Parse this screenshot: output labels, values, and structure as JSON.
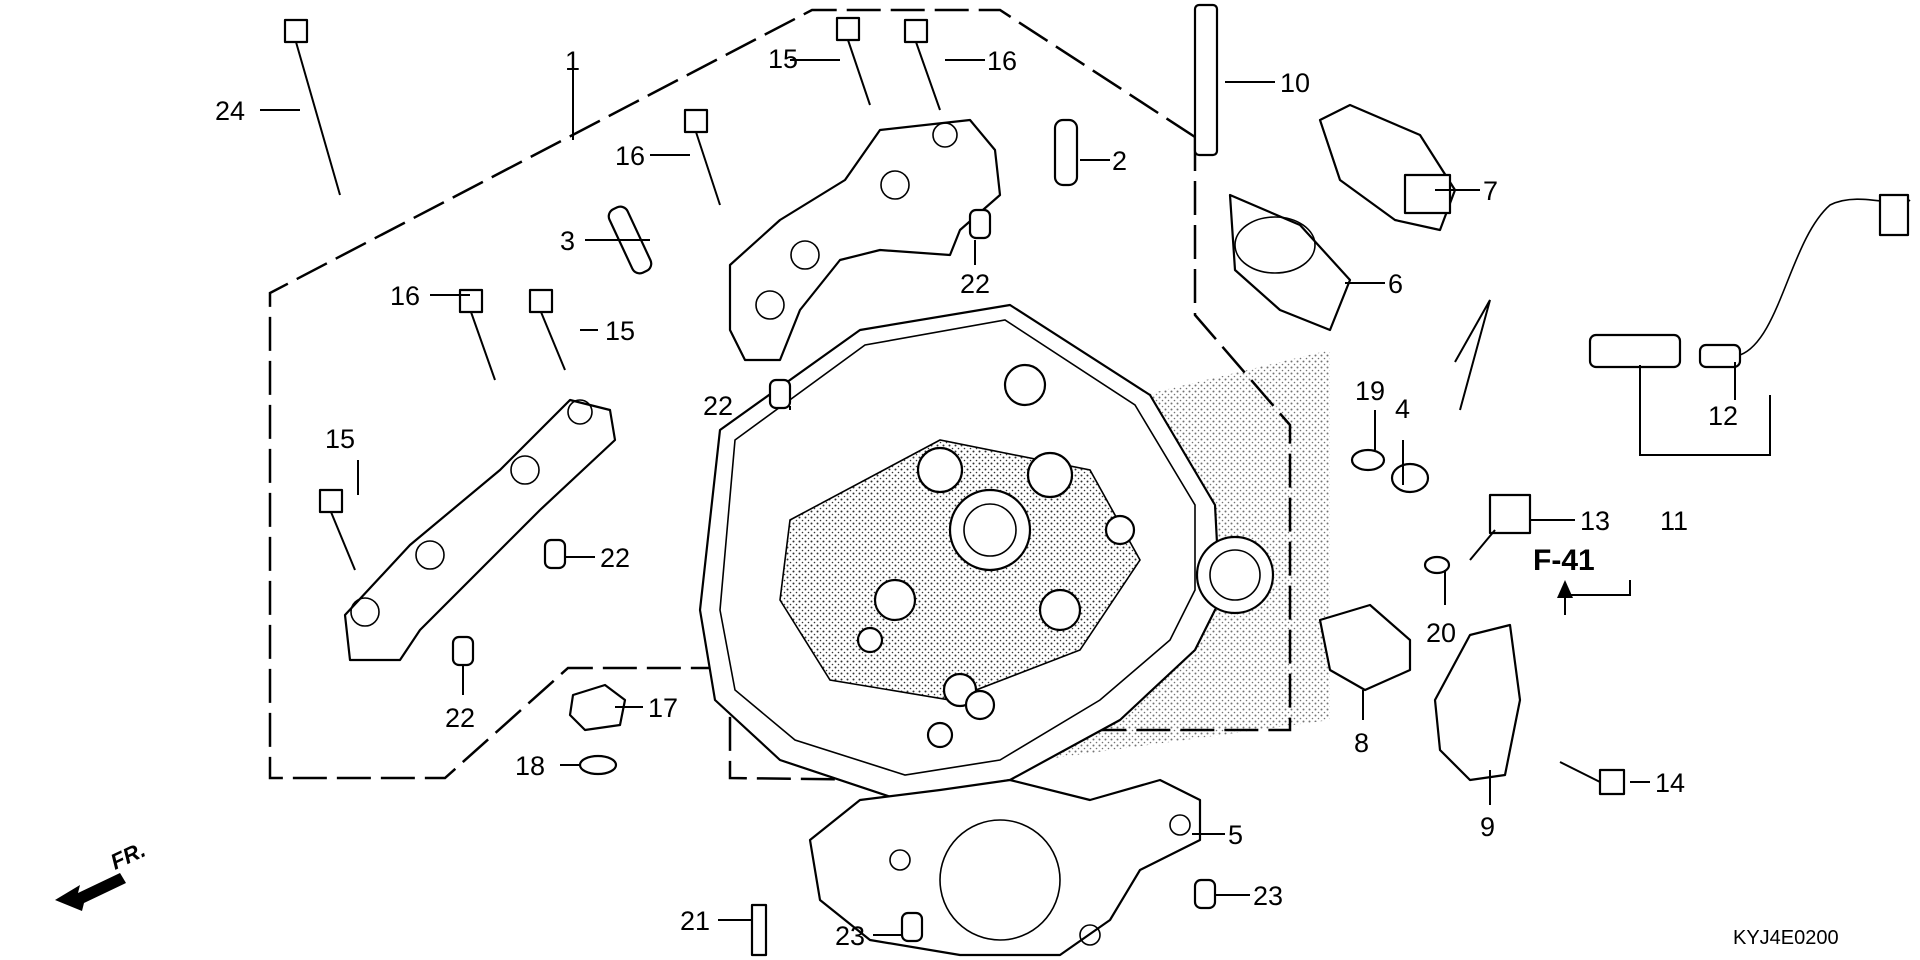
{
  "diagram": {
    "code": "KYJ4E0200",
    "front_label": "FR.",
    "ref_label": "F-41",
    "callouts": [
      "1",
      "2",
      "3",
      "4",
      "5",
      "6",
      "7",
      "8",
      "9",
      "10",
      "11",
      "12",
      "13",
      "14",
      "15",
      "15",
      "15",
      "16",
      "16",
      "16",
      "17",
      "18",
      "19",
      "20",
      "21",
      "22",
      "22",
      "22",
      "22",
      "23",
      "23",
      "24"
    ],
    "labels": {
      "c1": "1",
      "c2": "2",
      "c3": "3",
      "c4": "4",
      "c5": "5",
      "c6": "6",
      "c7": "7",
      "c8": "8",
      "c9": "9",
      "c10": "10",
      "c11": "11",
      "c12": "12",
      "c13": "13",
      "c14": "14",
      "c15a": "15",
      "c15b": "15",
      "c15c": "15",
      "c16a": "16",
      "c16b": "16",
      "c16c": "16",
      "c17": "17",
      "c18": "18",
      "c19": "19",
      "c20": "20",
      "c21": "21",
      "c22a": "22",
      "c22b": "22",
      "c22c": "22",
      "c22d": "22",
      "c23a": "23",
      "c23b": "23",
      "c24": "24"
    }
  }
}
